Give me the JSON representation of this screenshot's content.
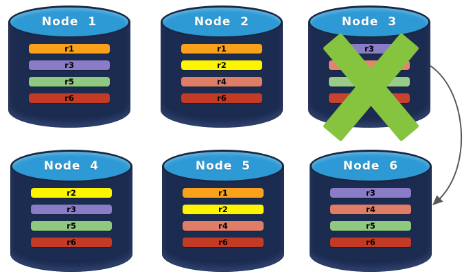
{
  "cylinder": {
    "body_color": "#1C2B50",
    "top_color": "#2E9AD5",
    "border_color": "#1A2843",
    "title_color": "#FFFFFF"
  },
  "annotations": {
    "failure_x_color": "#86C440",
    "arrow_color": "#595959"
  },
  "nodes": [
    {
      "label": "Node  1",
      "failed": false,
      "bars": [
        {
          "label": "r1",
          "color": "#F9A11B"
        },
        {
          "label": "r3",
          "color": "#8A7CC6"
        },
        {
          "label": "r5",
          "color": "#8FC97F"
        },
        {
          "label": "r6",
          "color": "#C33B25"
        }
      ]
    },
    {
      "label": "Node  2",
      "failed": false,
      "bars": [
        {
          "label": "r1",
          "color": "#F9A11B"
        },
        {
          "label": "r2",
          "color": "#FCF400"
        },
        {
          "label": "r4",
          "color": "#DF7D66"
        },
        {
          "label": "r6",
          "color": "#C33B25"
        }
      ]
    },
    {
      "label": "Node  3",
      "failed": true,
      "bars": [
        {
          "label": "r3",
          "color": "#8A7CC6"
        },
        {
          "label": "",
          "color": "#E28570"
        },
        {
          "label": "",
          "color": "#98CC88"
        },
        {
          "label": "",
          "color": "#C8432E"
        }
      ]
    },
    {
      "label": "Node  4",
      "failed": false,
      "bars": [
        {
          "label": "r2",
          "color": "#FCF400"
        },
        {
          "label": "r3",
          "color": "#8A7CC6"
        },
        {
          "label": "r5",
          "color": "#8FC97F"
        },
        {
          "label": "r6",
          "color": "#C33B25"
        }
      ]
    },
    {
      "label": "Node  5",
      "failed": false,
      "bars": [
        {
          "label": "r1",
          "color": "#F9A11B"
        },
        {
          "label": "r2",
          "color": "#FCF400"
        },
        {
          "label": "r4",
          "color": "#DF7D66"
        },
        {
          "label": "r6",
          "color": "#C33B25"
        }
      ]
    },
    {
      "label": "Node  6",
      "failed": false,
      "bars": [
        {
          "label": "r3",
          "color": "#8A7CC6"
        },
        {
          "label": "r4",
          "color": "#DF7D66"
        },
        {
          "label": "r5",
          "color": "#8FC97F"
        },
        {
          "label": "r6",
          "color": "#C33B25"
        }
      ]
    }
  ]
}
